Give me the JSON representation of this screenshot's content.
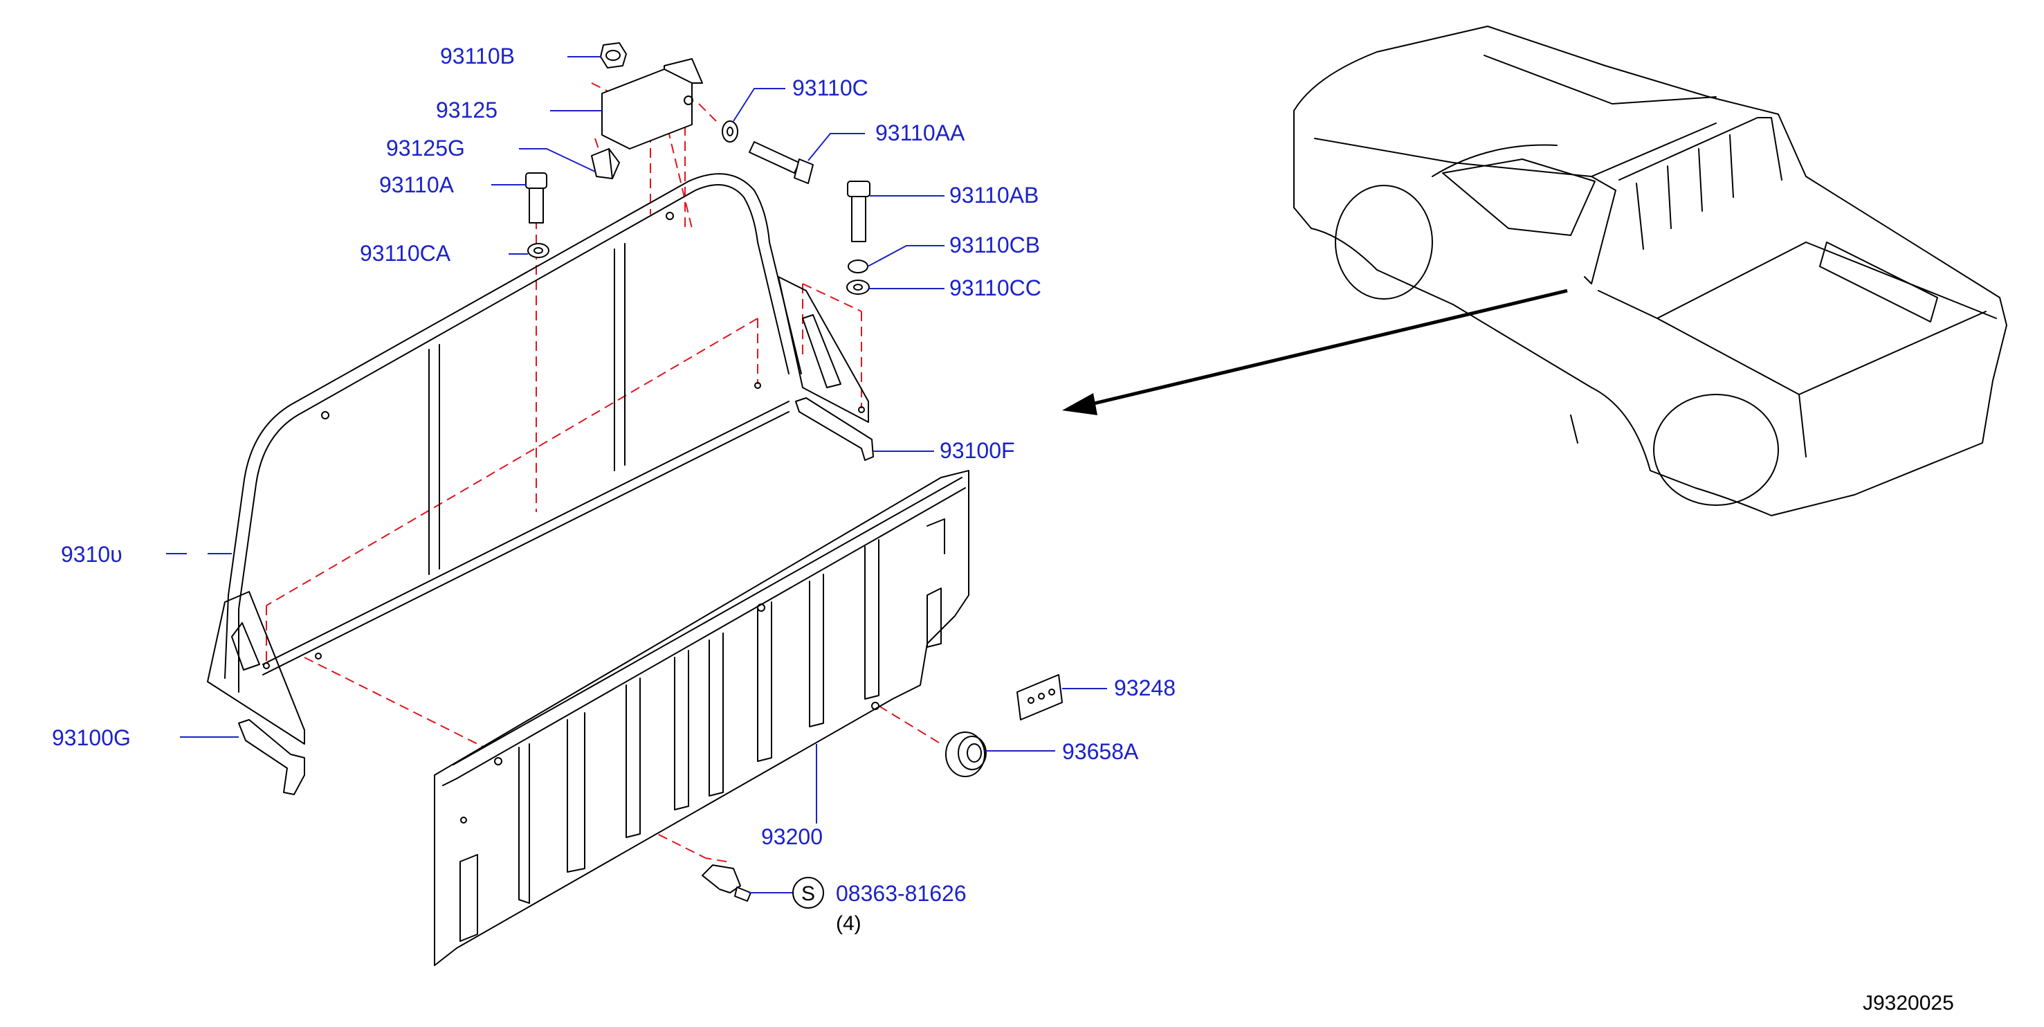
{
  "diagram": {
    "code": "J9320025",
    "colors": {
      "label": "#1a22c8",
      "dash": "#e0161b",
      "line": "#000000"
    },
    "parts": [
      {
        "id": "p-93110b",
        "label": "93110B"
      },
      {
        "id": "p-93125",
        "label": "93125"
      },
      {
        "id": "p-93125g",
        "label": "93125G"
      },
      {
        "id": "p-93110a",
        "label": "93110A"
      },
      {
        "id": "p-93110ca",
        "label": "93110CA"
      },
      {
        "id": "p-93110c",
        "label": "93110C"
      },
      {
        "id": "p-93110aa",
        "label": "93110AA"
      },
      {
        "id": "p-93110ab",
        "label": "93110AB"
      },
      {
        "id": "p-93110cb",
        "label": "93110CB"
      },
      {
        "id": "p-93110cc",
        "label": "93110CC"
      },
      {
        "id": "p-93100f",
        "label": "93100F"
      },
      {
        "id": "p-93100",
        "label": "9310υ"
      },
      {
        "id": "p-93248",
        "label": "93248"
      },
      {
        "id": "p-93658a",
        "label": "93658A"
      },
      {
        "id": "p-93100g",
        "label": "93100G"
      },
      {
        "id": "p-93200",
        "label": "93200"
      },
      {
        "id": "p-08363",
        "label": "08363-81626"
      }
    ],
    "std_symbol": "S",
    "quantity_note": "(4)"
  }
}
